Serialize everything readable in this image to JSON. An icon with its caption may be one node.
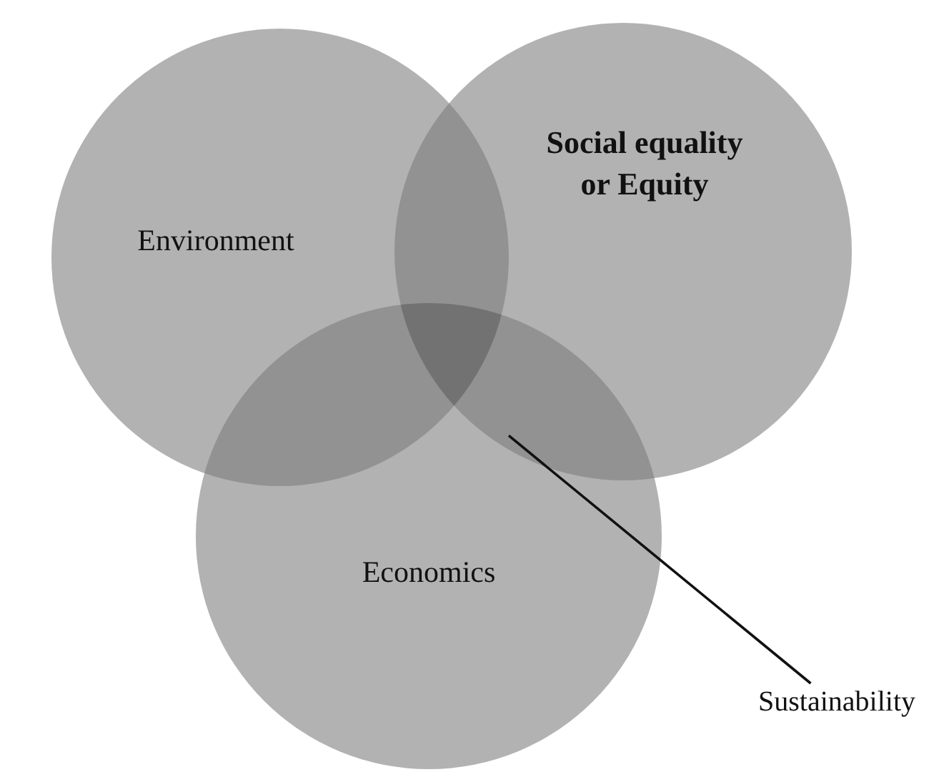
{
  "diagram": {
    "nodes": [
      {
        "text": [
          "Environment"
        ]
      },
      {
        "text": [
          "Social equality or Equity"
        ]
      },
      {
        "text": [
          "Economics"
        ]
      },
      {
        "text": [
          "Sustainability"
        ]
      },
      {
        "text": [],
        "shape": "triangle"
      }
    ],
    "edges": [
      {
        "from": 3,
        "to": 4,
        "arrow": "none"
      }
    ]
  }
}
